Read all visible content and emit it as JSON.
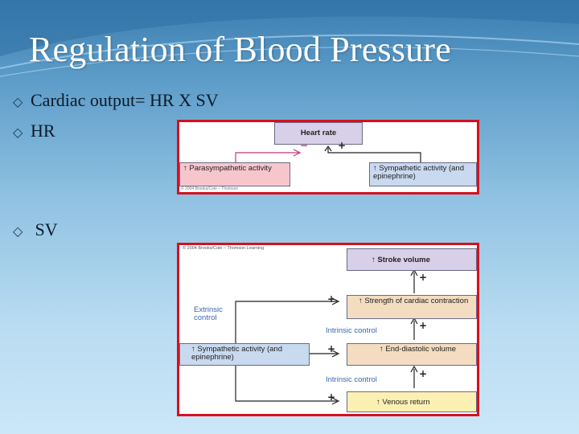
{
  "slide": {
    "title": "Regulation of Blood Pressure",
    "bullets": [
      {
        "label": "Cardiac output= HR X SV"
      },
      {
        "label": "HR"
      },
      {
        "label": " SV"
      }
    ],
    "bullet_icon": "hollow-diamond-bullet"
  },
  "hr_diagram": {
    "heart_rate": "Heart rate",
    "minus_sign": "−",
    "plus_sign": "+",
    "parasympathetic": "↑ Parasympathetic activity",
    "sympathetic": "↑ Sympathetic activity (and epinephrine)",
    "copyright": "© 2004 Brooks/Cole – Thomson"
  },
  "sv_diagram": {
    "copyright": "© 2004 Brooks/Cole – Thomson Learning",
    "stroke_volume": "↑ Stroke volume",
    "strength": "↑ Strength of cardiac contraction",
    "end_diastolic": "↑ End-diastolic volume",
    "venous_return": "↑ Venous return",
    "sympathetic": "↑ Sympathetic activity (and epinephrine)",
    "extrinsic": "Extrinsic control",
    "intrinsic_1": "Intrinsic control",
    "intrinsic_2": "Intrinsic control",
    "plus": "+"
  },
  "colors": {
    "panel_border": "#d7101d",
    "title_text": "#ffffff",
    "extrinsic_label": "#3a66b0"
  }
}
